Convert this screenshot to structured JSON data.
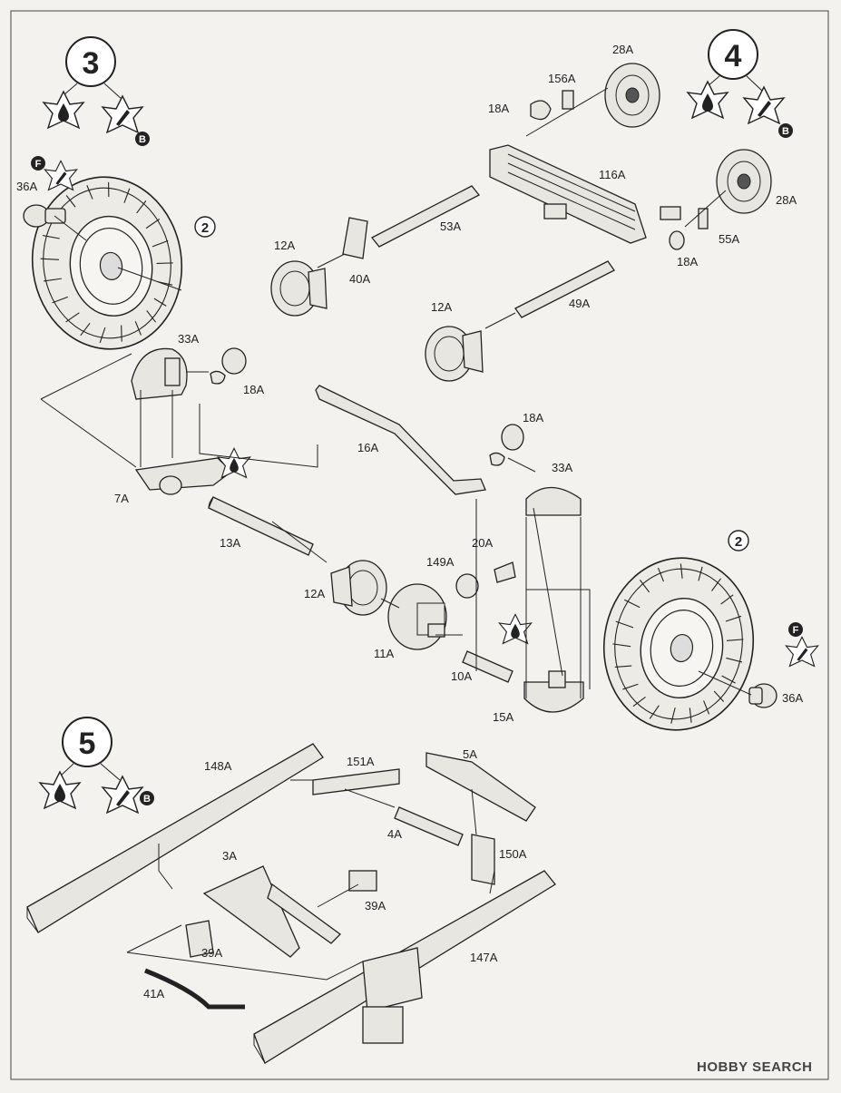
{
  "steps": [
    {
      "number": "3",
      "sub_icons": [
        "glue-icon",
        "paint-icon"
      ],
      "paint_badge": "B"
    },
    {
      "number": "4",
      "sub_icons": [
        "glue-icon",
        "paint-icon"
      ],
      "paint_badge": "B"
    },
    {
      "number": "5",
      "sub_icons": [
        "glue-icon",
        "paint-icon"
      ],
      "paint_badge": "B"
    }
  ],
  "badges": {
    "paint_f": "F",
    "qty_two": "2"
  },
  "parts": {
    "p28a": "28A",
    "p156a": "156A",
    "p18a": "18A",
    "p116a": "116A",
    "p55a": "55A",
    "p49a": "49A",
    "p53a": "53A",
    "p12a": "12A",
    "p40a": "40A",
    "p36a": "36A",
    "p33a": "33A",
    "p7a": "7A",
    "p16a": "16A",
    "p13a": "13A",
    "p20a": "20A",
    "p149a": "149A",
    "p11a": "11A",
    "p10a": "10A",
    "p15a": "15A",
    "p148a": "148A",
    "p151a": "151A",
    "p5a": "5A",
    "p4a": "4A",
    "p150a": "150A",
    "p3a": "3A",
    "p39a": "39A",
    "p147a": "147A",
    "p41a": "41A"
  },
  "watermark": "HOBBY SEARCH"
}
